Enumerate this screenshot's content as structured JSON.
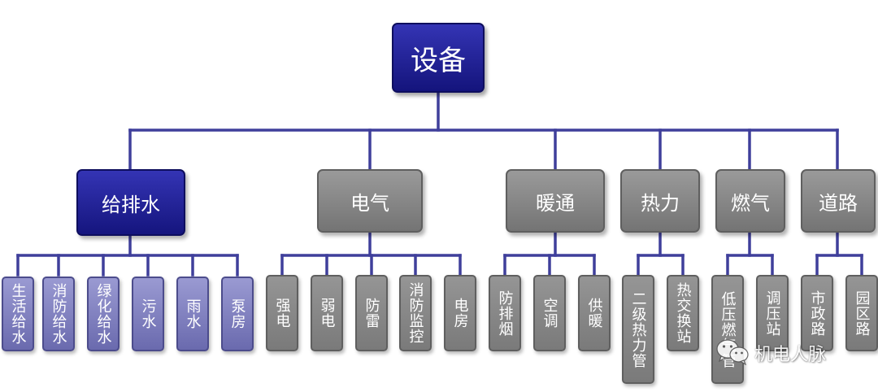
{
  "root": {
    "label": "设备"
  },
  "categories": [
    {
      "label": "给排水",
      "selected": true,
      "children": [
        "生活给水",
        "消防给水",
        "绿化给水",
        "污水",
        "雨水",
        "泵房"
      ]
    },
    {
      "label": "电气",
      "selected": false,
      "children": [
        "强电",
        "弱电",
        "防雷",
        "消防监控",
        "电房"
      ]
    },
    {
      "label": "暖通",
      "selected": false,
      "children": [
        "防排烟",
        "空调",
        "供暖"
      ]
    },
    {
      "label": "热力",
      "selected": false,
      "children": [
        "二级热力管",
        "热交换站"
      ]
    },
    {
      "label": "燃气",
      "selected": false,
      "children": [
        "低压燃气管",
        "调压站"
      ]
    },
    {
      "label": "道路",
      "selected": false,
      "children": [
        "市政路",
        "园区路"
      ]
    }
  ],
  "watermark": {
    "text": "机电人脉",
    "icon": "wechat-icon"
  },
  "colors": {
    "line": "#3f3f9b",
    "root_fill": "#1c1c8c",
    "category_fill": "#808080",
    "selected_fill": "#1c1c8c",
    "leaf_fill": "#858585",
    "selected_leaf_fill": "#7f7fbf"
  }
}
